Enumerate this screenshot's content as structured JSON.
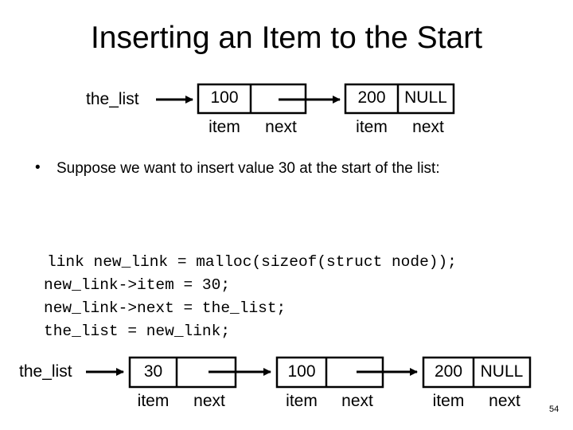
{
  "title": "Inserting an Item to the Start",
  "top_diagram": {
    "head_label": "the_list",
    "nodes": [
      {
        "item": "100",
        "next": "",
        "item_caption": "item",
        "next_caption": "next"
      },
      {
        "item": "200",
        "next": "NULL",
        "item_caption": "item",
        "next_caption": "next"
      }
    ]
  },
  "bullet": {
    "marker": "•",
    "text": "Suppose we want to insert value 30 at the start of the list:"
  },
  "code_lines": [
    "link new_link = malloc(sizeof(struct node));",
    "new_link->item = 30;",
    "new_link->next = the_list;",
    "the_list = new_link;"
  ],
  "bottom_diagram": {
    "head_label": "the_list",
    "nodes": [
      {
        "item": "30",
        "next": "",
        "item_caption": "item",
        "next_caption": "next"
      },
      {
        "item": "100",
        "next": "",
        "item_caption": "item",
        "next_caption": "next"
      },
      {
        "item": "200",
        "next": "NULL",
        "item_caption": "item",
        "next_caption": "next"
      }
    ]
  },
  "page_number": "54"
}
